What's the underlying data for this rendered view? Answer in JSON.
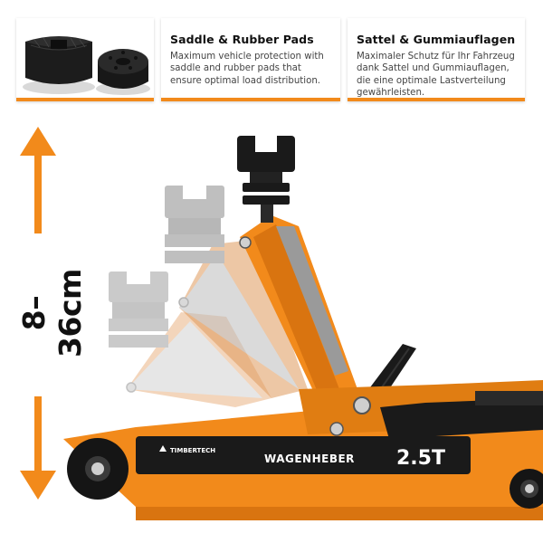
{
  "cards": {
    "english": {
      "title": "Saddle & Rubber Pads",
      "text": "Maximum vehicle protection with saddle and rubber pads that ensure optimal load distribution."
    },
    "german": {
      "title": "Sattel & Gummiauflagen",
      "text": "Maximaler Schutz für Ihr Fahrzeug dank Sattel und Gummiauflagen, die eine optimale Lastverteilung gewährleisten."
    }
  },
  "height_range": "8–36cm",
  "jack": {
    "brand": "TIMBERTECH",
    "label": "WAGENHEBER",
    "capacity": "2.5T"
  },
  "colors": {
    "accent": "#f28a1b",
    "jack_orange": "#f28a1b",
    "dark": "#111111"
  }
}
